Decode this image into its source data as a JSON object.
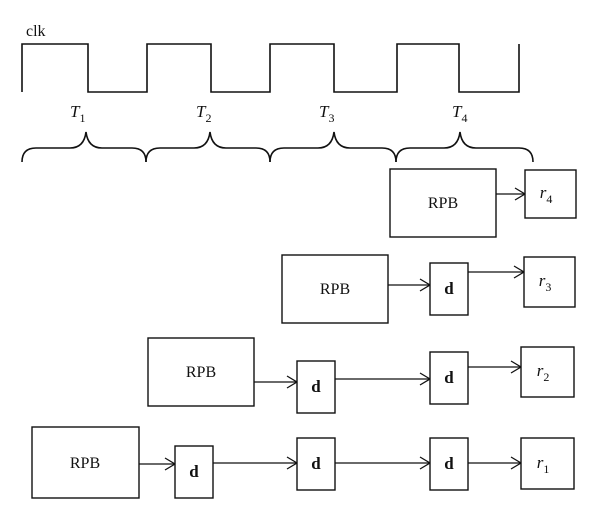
{
  "clock": {
    "label": "clk"
  },
  "periods": [
    {
      "symbol": "T",
      "sub": "1"
    },
    {
      "symbol": "T",
      "sub": "2"
    },
    {
      "symbol": "T",
      "sub": "3"
    },
    {
      "symbol": "T",
      "sub": "4"
    }
  ],
  "rows": [
    {
      "block": "RPB",
      "delays": [],
      "output": {
        "symbol": "r",
        "sub": "4"
      }
    },
    {
      "block": "RPB",
      "delays": [
        "d"
      ],
      "output": {
        "symbol": "r",
        "sub": "3"
      }
    },
    {
      "block": "RPB",
      "delays": [
        "d",
        "d"
      ],
      "output": {
        "symbol": "r",
        "sub": "2"
      }
    },
    {
      "block": "RPB",
      "delays": [
        "d",
        "d",
        "d"
      ],
      "output": {
        "symbol": "r",
        "sub": "1"
      }
    }
  ]
}
